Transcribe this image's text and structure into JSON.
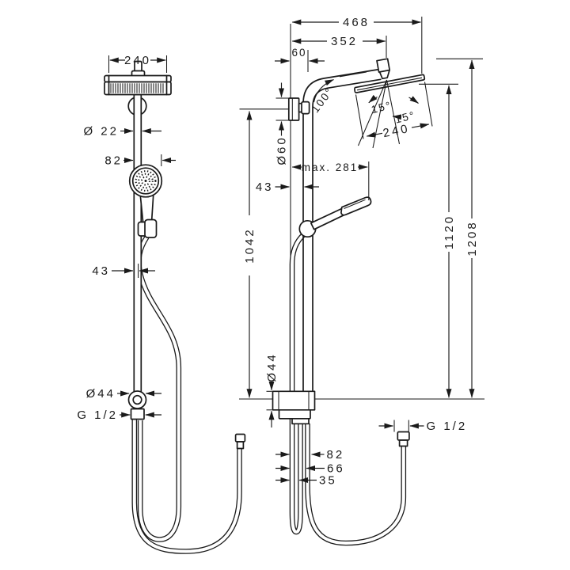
{
  "drawing": {
    "kind": "shower-pipe technical dimension drawing",
    "line_color": "#1a1a1a",
    "background": "#ffffff",
    "front_view": {
      "head_width": "240",
      "pipe_diameter": "Ø 22",
      "handshower_width": "82",
      "bar_to_hose_gap": "43",
      "wall_union_diameter": "Ø44",
      "wall_connection_thread": "G 1/2"
    },
    "side_view": {
      "overall_projection": "468",
      "arm_projection": "352",
      "wall_offset": "60",
      "arm_bend_angle": "100°",
      "head_tilt_left": "15°",
      "head_tilt_right": "15°",
      "head_depth": "240",
      "wall_bracket_diameter": "Ø60",
      "handshower_max_reach": "max. 281",
      "wall_to_pipe_gap": "43",
      "bracket_height": "1042",
      "head_height": "1120",
      "overall_height": "1208",
      "outlet_escutcheon_diameter": "Ø44",
      "hose_offset_a": "82",
      "hose_offset_b": "66",
      "hose_offset_c": "35",
      "hose_end_thread": "G 1/2"
    }
  }
}
